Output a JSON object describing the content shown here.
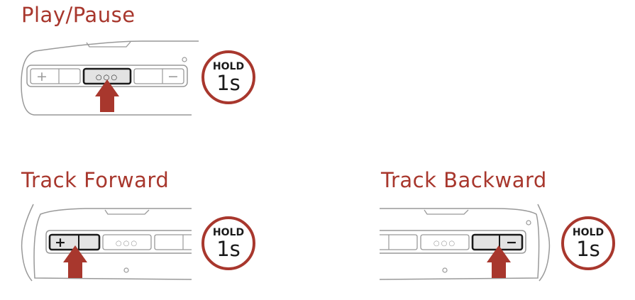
{
  "colors": {
    "accent": "#a8372d",
    "outline": "#999999",
    "dark": "#1a1a1a",
    "pressed_fill": "#e3e3e3"
  },
  "buttons": {
    "plus_symbol": "+",
    "minus_symbol": "−",
    "center_symbol": "○○○"
  },
  "sections": {
    "play_pause": {
      "title": "Play/Pause",
      "badge_hold": "HOLD",
      "badge_time": "1s",
      "pressed_button": "center"
    },
    "track_forward": {
      "title": "Track Forward",
      "badge_hold": "HOLD",
      "badge_time": "1s",
      "pressed_button": "plus"
    },
    "track_backward": {
      "title": "Track Backward",
      "badge_hold": "HOLD",
      "badge_time": "1s",
      "pressed_button": "minus"
    }
  }
}
